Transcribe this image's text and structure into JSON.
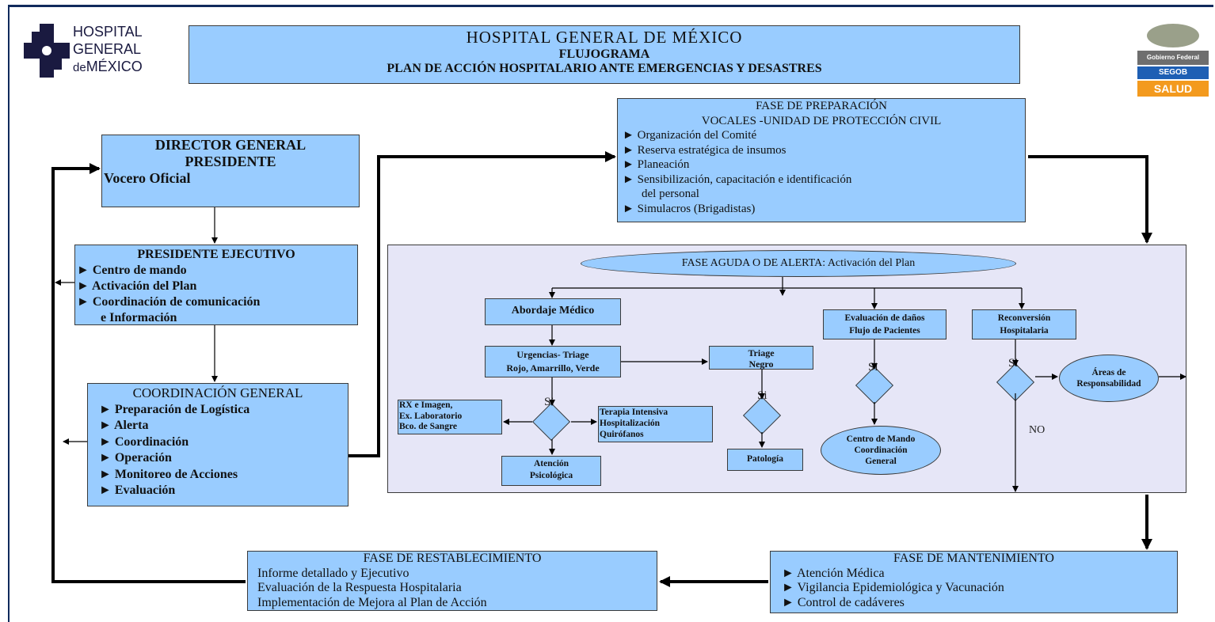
{
  "logo": {
    "line1": "HOSPITAL",
    "line2": "GENERAL",
    "line3_prefix": "de",
    "line3_main": "MÉXICO"
  },
  "gov_logo": {
    "gobierno": "Gobierno Federal",
    "segob": "SEGOB",
    "salud": "SALUD"
  },
  "header": {
    "line1": "HOSPITAL  GENERAL  DE  MÉXICO",
    "line2": "FLUJOGRAMA",
    "line3": "PLAN DE ACCIÓN HOSPITALARIO ANTE  EMERGENCIAS Y DESASTRES"
  },
  "director": {
    "line1": "DIRECTOR GENERAL",
    "line2": "PRESIDENTE",
    "line3": "Vocero Oficial"
  },
  "presidente_ejecutivo": {
    "title": "PRESIDENTE  EJECUTIVO",
    "items": [
      "Centro de mando",
      "Activación del Plan",
      "Coordinación de comunicación"
    ],
    "continuation": "e Información"
  },
  "coordinacion": {
    "title": "COORDINACIÓN  GENERAL",
    "items": [
      "Preparación de Logística",
      "Alerta",
      "Coordinación",
      "Operación",
      "Monitoreo de Acciones",
      "Evaluación"
    ]
  },
  "preparacion": {
    "title": "FASE DE PREPARACIÓN",
    "subtitle": "VOCALES -UNIDAD DE PROTECCIÓN CIVIL",
    "items": [
      "Organización del Comité",
      "Reserva estratégica de insumos",
      "Planeación",
      "Sensibilización, capacitación e identificación"
    ],
    "continuation": "del  personal",
    "last_item": "Simulacros (Brigadistas)"
  },
  "aguda": {
    "title": "FASE AGUDA O DE ALERTA: Activación del Plan",
    "abordaje": "Abordaje  Médico",
    "urgencias_l1": "Urgencias- Triage",
    "urgencias_l2": "Rojo, Amarrillo, Verde",
    "triage_l1": "Triage",
    "triage_l2": "Negro",
    "evaluacion_l1": "Evaluación de daños",
    "evaluacion_l2": "Flujo de Pacientes",
    "reconversion_l1": "Reconversión",
    "reconversion_l2": "Hospitalaria",
    "rx_l1": "RX e Imagen,",
    "rx_l2": "Ex. Laboratorio",
    "rx_l3": "Bco. de  Sangre",
    "terapia_l1": "Terapia Intensiva",
    "terapia_l2": "Hospitalización",
    "terapia_l3": "Quirófanos",
    "atencion_l1": "Atención",
    "atencion_l2": "Psicológica",
    "patologia": "Patología",
    "centro_l1": "Centro de Mando",
    "centro_l2": "Coordinación",
    "centro_l3": "General",
    "areas_l1": "Áreas de",
    "areas_l2": "Responsabilidad",
    "si": "Si",
    "no": "NO"
  },
  "mantenimiento": {
    "title": "FASE DE MANTENIMIENTO",
    "items": [
      "Atención Médica",
      "Vigilancia Epidemiológica y Vacunación",
      "Control de cadáveres"
    ]
  },
  "restablecimiento": {
    "title": "FASE DE RESTABLECIMIENTO",
    "items": [
      "Informe detallado y Ejecutivo",
      "Evaluación de la Respuesta Hospitalaria",
      "Implementación de Mejora al Plan de Acción"
    ]
  },
  "colors": {
    "box_fill": "#99ccff",
    "panel_fill": "#e6e6f7",
    "frame": "#102a5c",
    "salud": "#f39a1e",
    "segob": "#1e5fb4"
  }
}
